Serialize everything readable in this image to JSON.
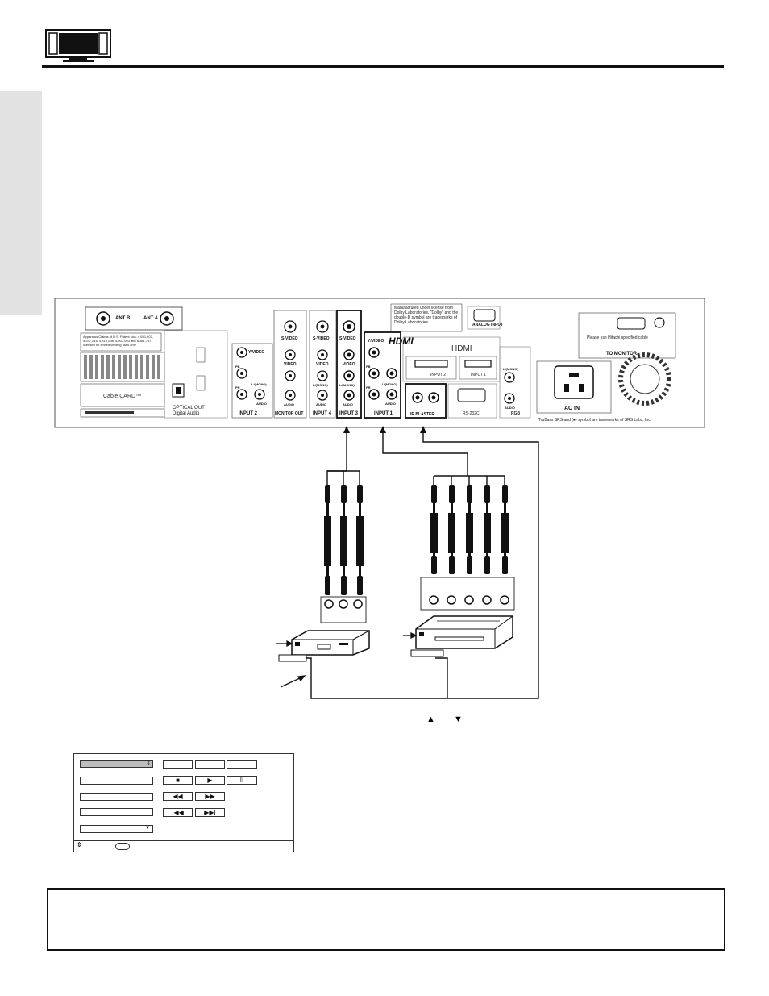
{
  "panel": {
    "ant_b": "ANT B",
    "ant_a": "ANT A",
    "patent_text": "Apparatus Claims of U.S. Patent Nos. 4,631,603, 4,577,216, 4,819,098, 4,907,093 and 6,381,747 licensed for limited viewing uses only.",
    "cable_card": "Cable CARD™",
    "optical_out_1": "OPTICAL OUT",
    "optical_out_2": "Digital Audio",
    "y_video": "Y/VIDEO",
    "pb": "PB",
    "pr": "PR",
    "l_mono": "L/(MONO)",
    "r": "R",
    "audio": "AUDIO",
    "s_video": "S-VIDEO",
    "video": "VIDEO",
    "input2": "INPUT 2",
    "monitor_out": "MONITOR OUT",
    "input4": "INPUT 4",
    "input3": "INPUT 3",
    "input1": "INPUT 1",
    "dolby_text": "Manufactured under license from Dolby Laboratories. \"Dolby\" and the double-D symbol are trademarks of Dolby Laboratories.",
    "hdmi_logo": "HDMI",
    "hdmi": "HDMI",
    "hdmi_input2": "INPUT 2",
    "hdmi_input1": "INPUT 1",
    "analog_input": "ANALOG INPUT",
    "ir_blaster": "IR BLASTER",
    "rs232c": "RS-232C",
    "rgb": "RGB",
    "monitor_note": "Please use Hitachi specified cable",
    "to_monitor": "TO MONITOR",
    "ac_in": "AC IN",
    "trubass_text": "TruBass SRS and (●) symbol are trademarks of SRS Labs, Inc."
  },
  "selector_arrows": {
    "up": "▲",
    "down": "▼"
  },
  "remote_menu": {
    "play": "▶",
    "stop": "■",
    "pause": "II",
    "rewind": "◀◀",
    "fast_forward": "▶▶",
    "skip_back": "I◀◀",
    "skip_forward": "▶▶I"
  }
}
